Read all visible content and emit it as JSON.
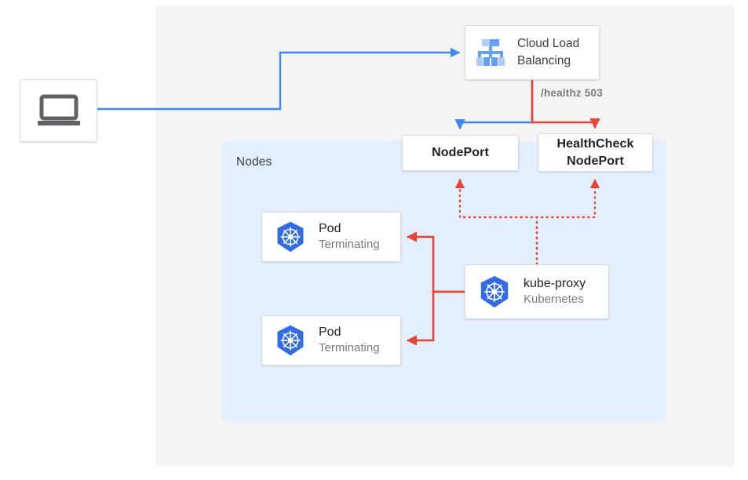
{
  "diagram": {
    "title_region_label": "Nodes",
    "colors": {
      "panel_bg": "#f4f4f4",
      "nodes_bg": "#e2effd",
      "blue_flow": "#4285f4",
      "red_flow": "#ea4335",
      "k8s_blue": "#326ce5",
      "text_dark": "#202124",
      "text_gray": "#7b7b7b"
    },
    "nodes": {
      "client": {
        "icon": "laptop-icon"
      },
      "cloud_load_balancing": {
        "icon": "cloud-load-balancing-icon",
        "label": "Cloud Load\nBalancing"
      },
      "nodeport": {
        "label": "NodePort"
      },
      "healthcheck_nodeport": {
        "label": "HealthCheck\nNodePort"
      },
      "pod_1": {
        "icon": "kubernetes-icon",
        "title": "Pod",
        "subtitle": "Terminating"
      },
      "pod_2": {
        "icon": "kubernetes-icon",
        "title": "Pod",
        "subtitle": "Terminating"
      },
      "kube_proxy": {
        "icon": "kubernetes-icon",
        "title": "kube-proxy",
        "subtitle": "Kubernetes"
      }
    },
    "edges": {
      "healthz": {
        "label": "/healthz 503",
        "color": "#ea4335"
      },
      "client_to_clb": {
        "color": "#4285f4",
        "style": "solid"
      },
      "clb_to_nodeport": {
        "color": "#4285f4",
        "style": "solid"
      },
      "clb_to_healthcheck": {
        "color": "#ea4335",
        "style": "solid"
      },
      "kubeproxy_to_nodeports": {
        "color": "#ea4335",
        "style": "dotted"
      },
      "kubeproxy_to_pods": {
        "color": "#ea4335",
        "style": "solid"
      }
    }
  }
}
